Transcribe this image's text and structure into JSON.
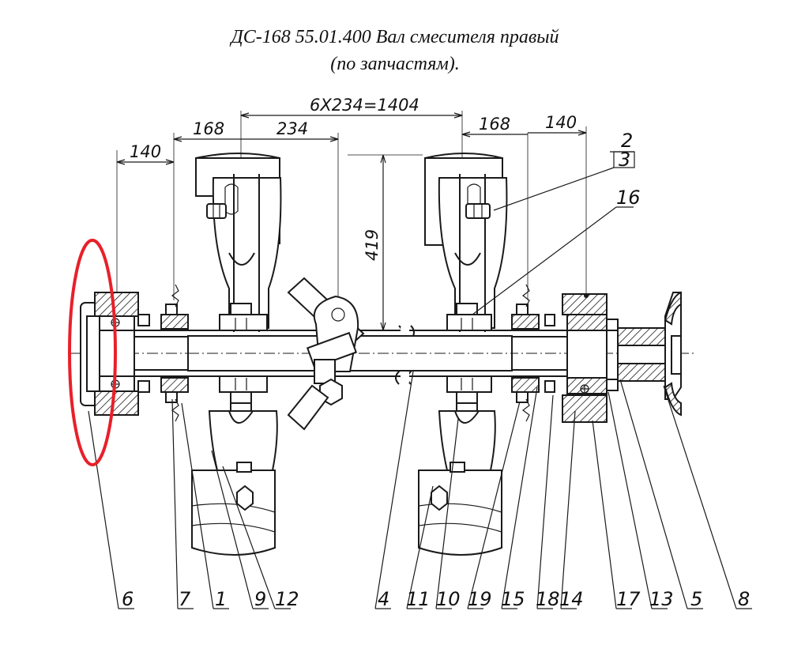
{
  "title": {
    "line1": "ДС-168 55.01.400 Вал смесителя правый",
    "line2": "(по запчастям)."
  },
  "dimensions": {
    "total": "6X234=1404",
    "left_168": "168",
    "pitch_234": "234",
    "right_168": "168",
    "right_140": "140",
    "left_140": "140",
    "height_419": "419"
  },
  "callouts": {
    "top_2": "2",
    "top_3": "3",
    "top_16": "16",
    "bottom": [
      "6",
      "7",
      "1",
      "9",
      "12",
      "4",
      "11",
      "10",
      "19",
      "15",
      "18",
      "14",
      "17",
      "13",
      "5",
      "8"
    ]
  },
  "highlight": {
    "color": "#e8202a",
    "target": "6"
  }
}
